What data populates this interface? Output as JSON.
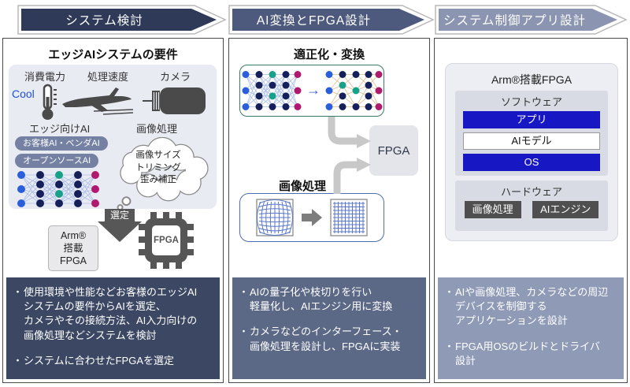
{
  "bullet_char": "・",
  "colors": {
    "header1": "#2e3a57",
    "header2": "#4d5a7d",
    "header3": "#8b95b2",
    "bullet_box1": "#3b4763",
    "bullet_box2": "#5b6886",
    "bullet_box3": "#8e9ab6",
    "accent_blue_bar": "#1717c4",
    "nn_blue": "#2b5fd9",
    "nn_navy": "#15205a",
    "nn_teal": "#18a089",
    "nn_magenta": "#b01a6e"
  },
  "headers": [
    {
      "label": "システム検討"
    },
    {
      "label": "AI変換とFPGA設計"
    },
    {
      "label": "システム制御アプリ設計"
    }
  ],
  "panel1": {
    "title": "エッジAIシステムの要件",
    "power_label": "消費電力",
    "cool_label": "Cool",
    "speed_label": "処理速度",
    "camera_label": "カメラ",
    "edge_ai_label": "エッジ向けAI",
    "image_proc_label": "画像処理",
    "pills": [
      "お客様AI・ベンダAI",
      "オープンソースAI"
    ],
    "cloud_text": "画像サイズ\nトリミング\n歪み補正",
    "select_label": "選定",
    "arm_box": "Arm®\n搭載\nFPGA",
    "chip_label": "FPGA",
    "bullets": [
      "使用環境や性能などお客様のエッジAI\nシステムの要件からAIを選定、\nカメラやその接続方法、AI入力向けの\n画像処理などシステムを検討",
      "システムに合わせたFPGAを選定"
    ]
  },
  "panel2": {
    "opt_title": "適正化・変換",
    "nn_arrow": "→",
    "fpga_label": "FPGA",
    "img_title": "画像処理",
    "bullets": [
      "AIの量子化や枝切りを行い\n軽量化し、AIエンジン用に変換",
      "カメラなどのインターフェース・\n画像処理を設計し、FPGAに実装"
    ]
  },
  "panel3": {
    "box_title": "Arm®搭載FPGA",
    "software_title": "ソフトウェア",
    "bars": [
      "アプリ",
      "AIモデル",
      "OS"
    ],
    "hardware_title": "ハードウェア",
    "hw_chips": [
      "画像処理",
      "AIエンジン"
    ],
    "bullets": [
      "AIや画像処理、カメラなどの周辺\nデバイスを制御する\nアプリケーションを設計",
      "FPGA用OSのビルドとドライバ\n設計"
    ]
  }
}
